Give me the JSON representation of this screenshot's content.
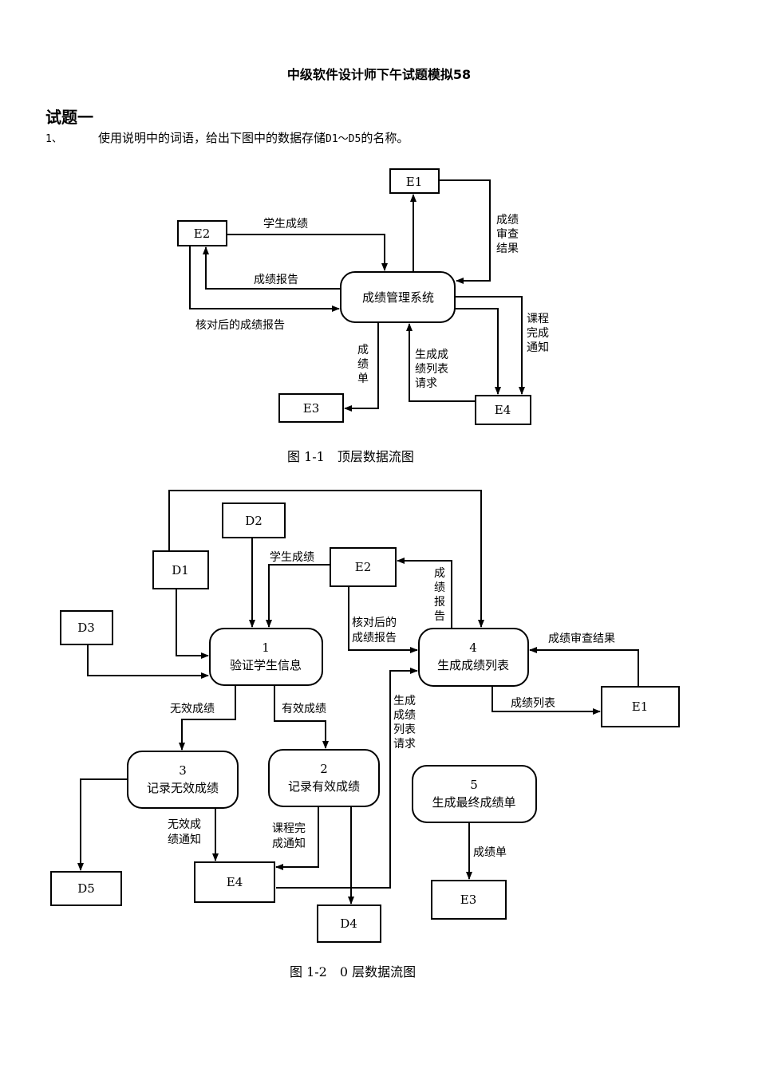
{
  "doc": {
    "title": "中级软件设计师下午试题模拟58",
    "section": "试题一",
    "question_num": "1、",
    "question_text_a": "使用说明中的词语，给出下图中的数据存储",
    "question_text_code": "D1～D5",
    "question_text_b": "的名称。"
  },
  "fig1": {
    "caption": "图 1-1　顶层数据流图",
    "entities": {
      "e1": "E1",
      "e2": "E2",
      "e3": "E3",
      "e4": "E4"
    },
    "process": "成绩管理系统",
    "flows": {
      "student_scores": "学生成绩",
      "score_report": "成绩报告",
      "verified_report": "核对后的成绩报告",
      "review_result": [
        "成绩",
        "审查",
        "结果"
      ],
      "course_done": [
        "课程",
        "完成",
        "通知"
      ],
      "score_sheet": [
        "成",
        "绩",
        "单"
      ],
      "list_request": [
        "生成成",
        "绩列表",
        "请求"
      ]
    }
  },
  "fig2": {
    "caption": "图 1-2　0 层数据流图",
    "stores": {
      "d1": "D1",
      "d2": "D2",
      "d3": "D3",
      "d4": "D4",
      "d5": "D5"
    },
    "entities": {
      "e1": "E1",
      "e2": "E2",
      "e3": "E3",
      "e4": "E4"
    },
    "processes": {
      "p1": {
        "num": "1",
        "name": "验证学生信息"
      },
      "p2": {
        "num": "2",
        "name": "记录有效成绩"
      },
      "p3": {
        "num": "3",
        "name": "记录无效成绩"
      },
      "p4": {
        "num": "4",
        "name": "生成成绩列表"
      },
      "p5": {
        "num": "5",
        "name": "生成最终成绩单"
      }
    },
    "flows": {
      "student_scores": "学生成绩",
      "score_report": [
        "成",
        "绩",
        "报",
        "告"
      ],
      "verified_report": [
        "核对后的",
        "成绩报告"
      ],
      "review_result": "成绩审查结果",
      "score_list": "成绩列表",
      "invalid_scores": "无效成绩",
      "valid_scores": "有效成绩",
      "list_request": [
        "生成",
        "成绩",
        "列表",
        "请求"
      ],
      "invalid_notice": [
        "无效成",
        "绩通知"
      ],
      "course_done": [
        "课程完",
        "成通知"
      ],
      "score_sheet": "成绩单"
    }
  }
}
